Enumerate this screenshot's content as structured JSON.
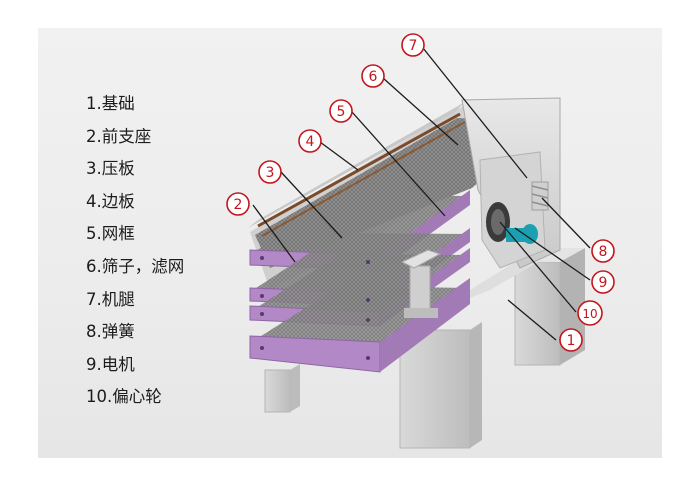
{
  "legend": {
    "items": [
      {
        "num": "1.",
        "label": "基础"
      },
      {
        "num": "2.",
        "label": "前支座"
      },
      {
        "num": "3.",
        "label": "压板"
      },
      {
        "num": "4.",
        "label": "边板"
      },
      {
        "num": "5.",
        "label": "网框"
      },
      {
        "num": "6.",
        "label": "筛子，滤网"
      },
      {
        "num": "7.",
        "label": "机腿"
      },
      {
        "num": "8.",
        "label": "弹簧"
      },
      {
        "num": "9.",
        "label": "电机"
      },
      {
        "num": "10.",
        "label": "偏心轮"
      }
    ]
  },
  "callouts": {
    "c1": "1",
    "c2": "2",
    "c3": "3",
    "c4": "4",
    "c5": "5",
    "c6": "6",
    "c7": "7",
    "c8": "8",
    "c9": "9",
    "c10": "10"
  },
  "colors": {
    "callout": "#c2161c",
    "frame": "#b288c6",
    "mesh": "#7a7a7a",
    "concrete": "#d2d2d2",
    "motor": "#1aa0b0"
  }
}
